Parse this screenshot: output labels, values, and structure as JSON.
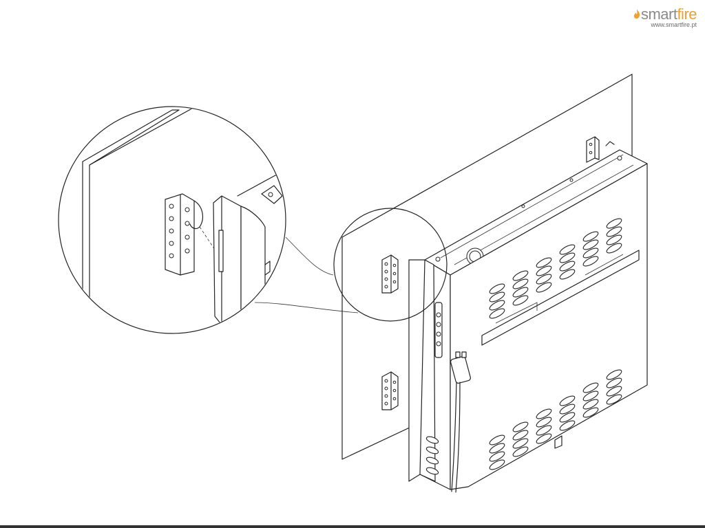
{
  "logo": {
    "brand_part1": "smart",
    "brand_part2": "fire",
    "website": "www.smartfire.pt",
    "icon": "flame-icon"
  },
  "colors": {
    "brand_orange": "#f0a030",
    "brand_grey": "#8a8a8a",
    "line": "#222222"
  }
}
